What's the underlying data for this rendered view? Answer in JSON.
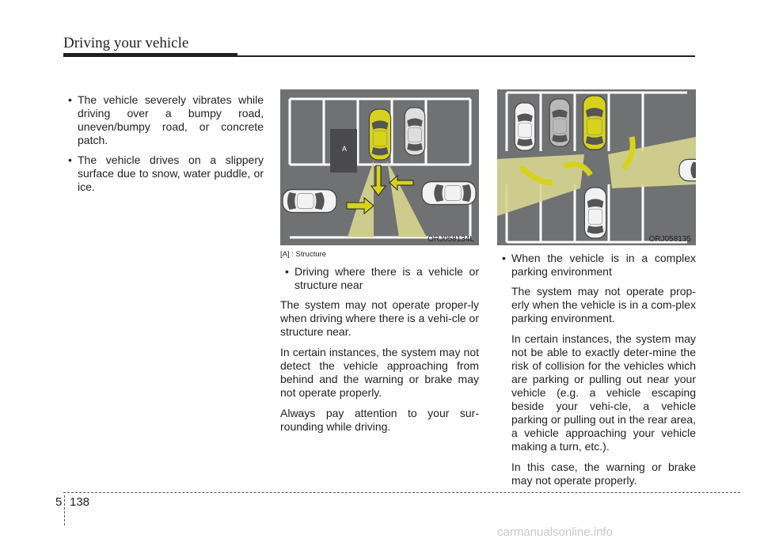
{
  "header": {
    "title": "Driving your vehicle"
  },
  "left_column": {
    "bullets": [
      "The vehicle severely vibrates while driving over a bumpy road, uneven/bumpy road, or concrete patch.",
      "The vehicle drives on a slippery surface due to snow, water puddle, or ice."
    ]
  },
  "figure1": {
    "code": "ORJ058134L",
    "label_a": "A",
    "caption": "[A] : Structure"
  },
  "figure2": {
    "code": "ORJ058135"
  },
  "middle_column": {
    "bullet": "Driving where there is a vehicle or structure near",
    "paragraphs": [
      "The system may not operate proper-ly when driving where there is a vehi-cle or structure near.",
      "In certain instances, the system may not detect the vehicle approaching from behind and the warning or brake may not operate properly.",
      "Always pay attention to your sur-rounding while driving."
    ]
  },
  "right_column": {
    "bullet": "When the vehicle is in a complex parking environment",
    "paragraphs": [
      "The system may not operate prop-erly when the vehicle is in a com-plex parking environment.",
      "In certain instances, the system may not be able to exactly deter-mine the risk of collision for the vehicles which are parking or pulling out near your vehicle (e.g. a vehicle escaping beside your vehi-cle,  a vehicle parking or pulling out in the rear area, a vehicle approaching your vehicle making a turn, etc.).",
      "In this case, the warning or brake may not operate properly."
    ]
  },
  "footer": {
    "chapter": "5",
    "page": "138"
  },
  "watermark": "carmanualsonline.info",
  "colors": {
    "highlight_car": "#d7d21c",
    "lot_background": "#707173",
    "zone": "#d8d690"
  }
}
